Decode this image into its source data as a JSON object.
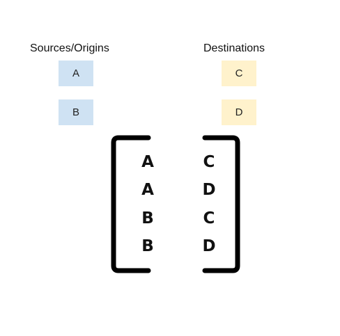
{
  "sources": {
    "heading": "Sources/Origins",
    "color": "#cfe2f3",
    "nodes": [
      "A",
      "B"
    ]
  },
  "destinations": {
    "heading": "Destinations",
    "color": "#fff2cc",
    "nodes": [
      "C",
      "D"
    ]
  },
  "matrix": {
    "rows": [
      [
        "A",
        "C"
      ],
      [
        "A",
        "D"
      ],
      [
        "B",
        "C"
      ],
      [
        "B",
        "D"
      ]
    ]
  }
}
